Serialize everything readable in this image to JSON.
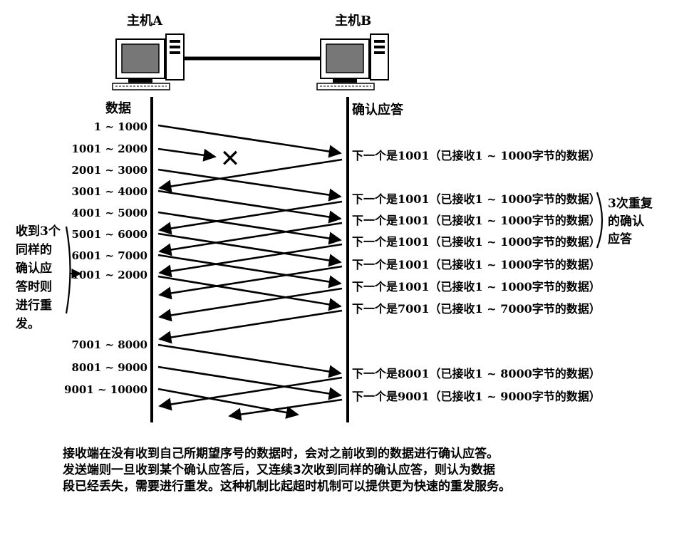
{
  "hosts": {
    "a": "主机A",
    "b": "主机B"
  },
  "headers": {
    "data": "数据",
    "ack": "确认应答"
  },
  "segments": [
    "1 ~ 1000",
    "1001 ~ 2000",
    "2001 ~ 3000",
    "3001 ~ 4000",
    "4001 ~ 5000",
    "5001 ~ 6000",
    "6001 ~ 7000",
    "1001 ~ 2000",
    "7001 ~ 8000",
    "8001 ~ 9000",
    "9001 ~ 10000"
  ],
  "acks": [
    "下一个是1001（已接收1 ~ 1000字节的数据）",
    "下一个是1001（已接收1 ~ 1000字节的数据）",
    "下一个是1001（已接收1 ~ 1000字节的数据）",
    "下一个是1001（已接收1 ~ 1000字节的数据）",
    "下一个是1001（已接收1 ~ 1000字节的数据）",
    "下一个是1001（已接收1 ~ 1000字节的数据）",
    "下一个是7001（已接收1 ~ 7000字节的数据）",
    "下一个是8001（已接收1 ~ 8000字节的数据）",
    "下一个是9001（已接收1 ~ 9000字节的数据）"
  ],
  "left_note": [
    "收到3个",
    "同样的",
    "确认应",
    "答时则",
    "进行重",
    "发。"
  ],
  "right_note": [
    "3次重复",
    "的确认",
    "应答"
  ],
  "lost_marker": "✕",
  "caption": [
    "接收端在没有收到自己所期望序号的数据时，会对之前收到的数据进行确认应答。",
    "发送端则一旦收到某个确认应答后，又连续3次收到同样的确认应答，则认为数据",
    "段已经丢失，需要进行重发。这种机制比起超时机制可以提供更为快速的重发服务。"
  ]
}
